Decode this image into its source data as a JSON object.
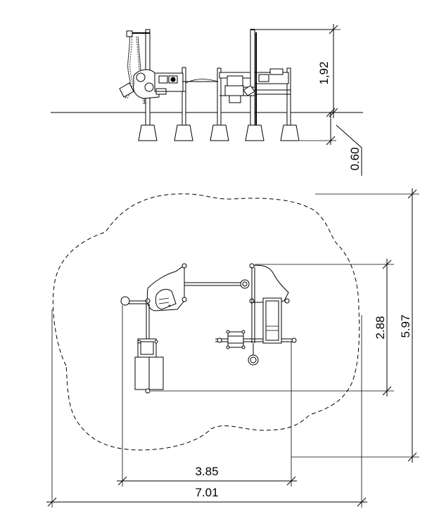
{
  "dimensions": {
    "elevation_height": "1,92",
    "foundation_depth": "0.60",
    "plan_depth": "2.88",
    "safety_depth": "5.97",
    "plan_width": "3.85",
    "safety_width": "7.01"
  },
  "colors": {
    "line": "#000000",
    "background": "#ffffff"
  }
}
